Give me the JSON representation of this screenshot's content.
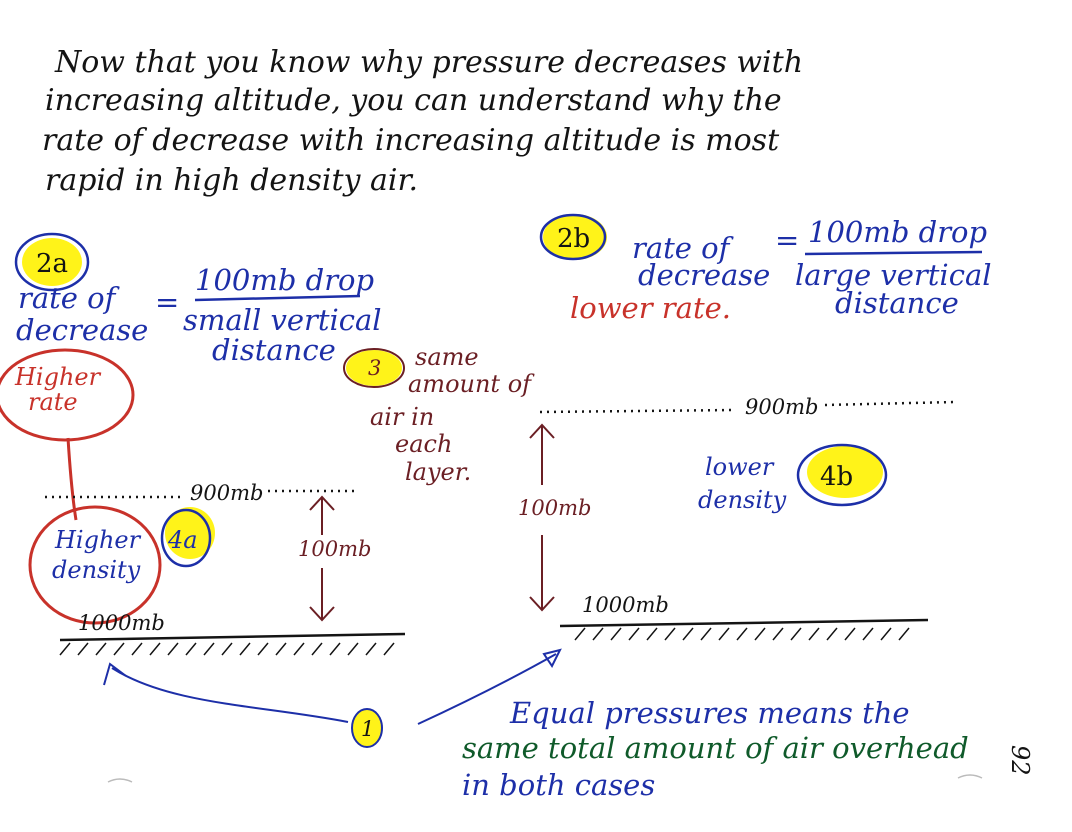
{
  "intro": {
    "line1": "Now that you know why pressure decreases with",
    "line2": "increasing altitude, you can understand why the",
    "line3": "rate of decrease with increasing altitude is most",
    "line4": "rapid in high density air."
  },
  "left": {
    "badge": "2a",
    "rate_label_1": "rate of",
    "rate_label_2": "decrease",
    "equals": "=",
    "numerator": "100mb drop",
    "denominator_1": "small vertical",
    "denominator_2": "distance",
    "higher_rate_1": "Higher",
    "higher_rate_2": "rate",
    "level_900": "900mb",
    "level_1000": "1000mb",
    "gap": "100mb",
    "density_1": "Higher",
    "density_2": "density",
    "density_badge": "4a"
  },
  "middle": {
    "badge": "3",
    "note_1": "same",
    "note_2": "amount of",
    "note_3": "air in",
    "note_4": "each",
    "note_5": "layer."
  },
  "right": {
    "badge": "2b",
    "rate_label_1": "rate of",
    "rate_label_2": "decrease",
    "equals": "=",
    "numerator": "100mb drop",
    "denominator_1": "large vertical",
    "denominator_2": "distance",
    "lower_rate": "lower rate.",
    "level_900": "900mb",
    "level_1000": "1000mb",
    "gap": "100mb",
    "density_1": "lower",
    "density_2": "density",
    "density_badge": "4b"
  },
  "bottom": {
    "badge": "1",
    "line1": "Equal pressures means the",
    "line2": "same total amount of air overhead",
    "line3": "in both cases",
    "page_number": "92"
  },
  "colors": {
    "black_ink": "#141414",
    "blue_ink": "#1d2fa8",
    "maroon_ink": "#6b1f24",
    "red_ink": "#c8322a",
    "green_ink": "#0f5a2a",
    "highlight": "#fff200"
  }
}
